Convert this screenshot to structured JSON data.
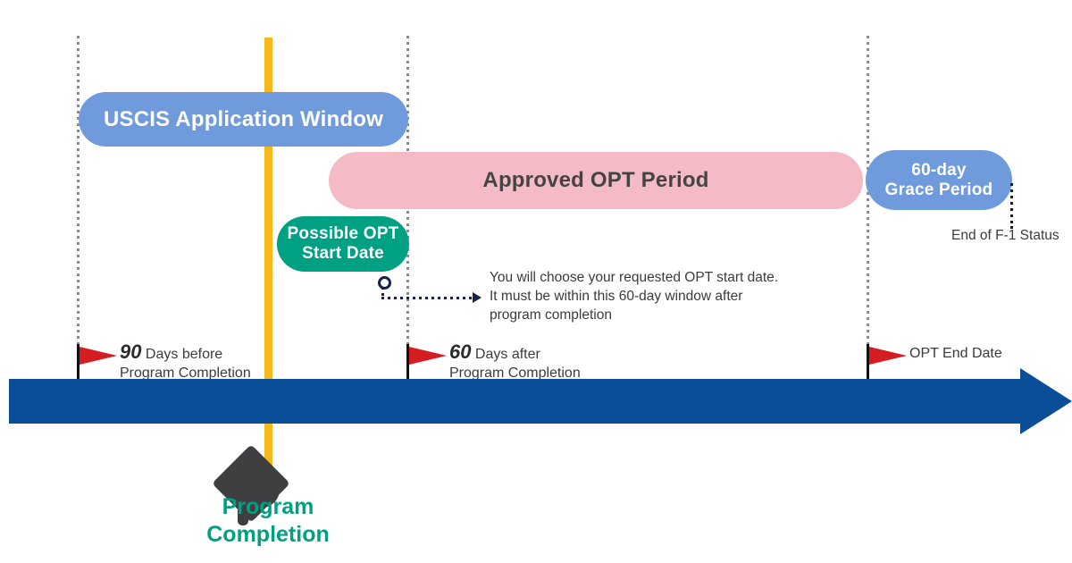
{
  "diagram": {
    "title": "OPT Timeline",
    "colors": {
      "blue_pill": "#6f9bdd",
      "green_pill": "#00a082",
      "pink_pill": "#f4bac6",
      "timeline_bar": "#0b4e98",
      "completion_line": "#f5b91c",
      "flag_red": "#d41d20",
      "guide_gray": "#8c8c8c",
      "text_dark": "#3b3b3b"
    },
    "phases": [
      {
        "id": "uscis-window",
        "label": "USCIS Application Window",
        "style": "blue"
      },
      {
        "id": "approved-opt",
        "label": "Approved OPT Period",
        "style": "pink"
      },
      {
        "id": "possible-start",
        "label": "Possible OPT\nStart Date",
        "line1": "Possible OPT",
        "line2": "Start Date",
        "style": "green"
      },
      {
        "id": "grace-period",
        "label": "60-day\nGrace Period",
        "line1": "60-day",
        "line2": "Grace Period",
        "style": "blue"
      }
    ],
    "markers": [
      {
        "id": "marker-90-days",
        "number": "90",
        "line1_rest": " Days before",
        "line2": "Program Completion"
      },
      {
        "id": "marker-60-days",
        "number": "60",
        "line1_rest": " Days after",
        "line2": "Program Completion"
      },
      {
        "id": "marker-opt-end",
        "number": "",
        "line1_rest": "OPT End Date",
        "line2": ""
      }
    ],
    "callout": {
      "line1": "You will choose your requested OPT start date.",
      "line2": "It must be within this 60-day window after",
      "line3": "program completion"
    },
    "end_status_label": "End of F-1 Status",
    "completion": {
      "line1": "Program",
      "line2": "Completion",
      "icon": "graduation-cap-icon"
    }
  }
}
